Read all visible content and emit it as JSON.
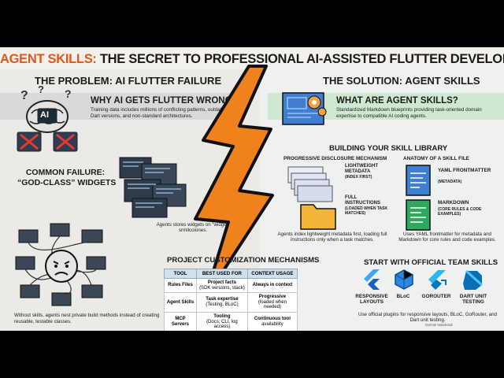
{
  "title": {
    "accent": "AGENT SKILLS:",
    "rest": " THE SECRET TO PROFESSIONAL AI-ASSISTED FLUTTER DEVELOPMENT"
  },
  "problem": {
    "heading": "THE PROBLEM: AI FLUTTER FAILURE",
    "why_title": "WHY AI GETS FLUTTER WRONG",
    "why_body": "Training data includes millions of conflicting patterns, outdated Dart versions, and non-standard architectures.",
    "ai_badge": "AI",
    "failure_title_1": "COMMON FAILURE:",
    "failure_title_2": "“GOD-CLASS” WIDGETS",
    "widgets_caption": "Agents stores widgets on “widget” srmilcoiones.",
    "bottom_caption": "Without skills, agents nest private build methods instead of creating reusable, testable classes."
  },
  "solution": {
    "heading": "THE SOLUTION: AGENT SKILLS",
    "what_title": "WHAT ARE AGENT SKILLS?",
    "what_body": "Standardized Markdown blueprints providing task-oriented domain expertise to compatible AI coding agents.",
    "library_title": "BUILDING YOUR SKILL LIBRARY",
    "progressive_title": "PROGRESSIVE DISCLOSURE MECHANISM",
    "meta_label": "LIGHTWEIGHT METADATA",
    "meta_sub": "(INDEX FIRST)",
    "full_label": "FULL INSTRUCTIONS",
    "full_sub": "(LOADED WHEN TASK MATCHES)",
    "progressive_caption": "Agents index lightweight metadata first, loading full instructions only when a task matches.",
    "anatomy_title": "ANATOMY OF A SKILL FILE",
    "yaml_label": "YAML FRONTMATTER",
    "yaml_sub": "(METADATA)",
    "md_label": "MARKDOWN",
    "md_sub": "(CORE RULES & CODE EXAMPLES)",
    "anatomy_caption": "Uses YAML frontmatter for metadata and Markdown for core rules and code examples.",
    "official_title": "START WITH OFFICIAL TEAM SKILLS",
    "logos": [
      "RESPONSIVE LAYOUTS",
      "BLoC",
      "GOROUTER",
      "DART UNIT TESTING"
    ],
    "official_caption": "Use official plugins for responsive layouts, BLoC, GoRouter, and Dart unit testing."
  },
  "customization": {
    "title": "PROJECT CUSTOMIZATION MECHANISMS",
    "headers": [
      "TOOL",
      "BEST USED FOR",
      "CONTEXT USAGE"
    ],
    "rows": [
      {
        "tool": "Rules Files",
        "best": "Project facts",
        "best_sub": "(SDK versions, stack)",
        "ctx": "Always in context",
        "ctx_sub": ""
      },
      {
        "tool": "Agent Skills",
        "best": "Task expertise",
        "best_sub": "(Testing, BLoC)",
        "ctx": "Progressive",
        "ctx_sub": "(loaded when needed)"
      },
      {
        "tool": "MCP Servers",
        "best": "Tooling",
        "best_sub": "(Docs, CLI, log access)",
        "ctx": "Continuous tool",
        "ctx_sub": "availability"
      }
    ]
  },
  "watermark": "Gemini Notebook",
  "colors": {
    "accent": "#e0581c",
    "problem_band": "#d9d9d9",
    "solution_band": "#cfe8d2",
    "bolt_fill": "#f0821e",
    "bolt_stroke": "#111111"
  }
}
